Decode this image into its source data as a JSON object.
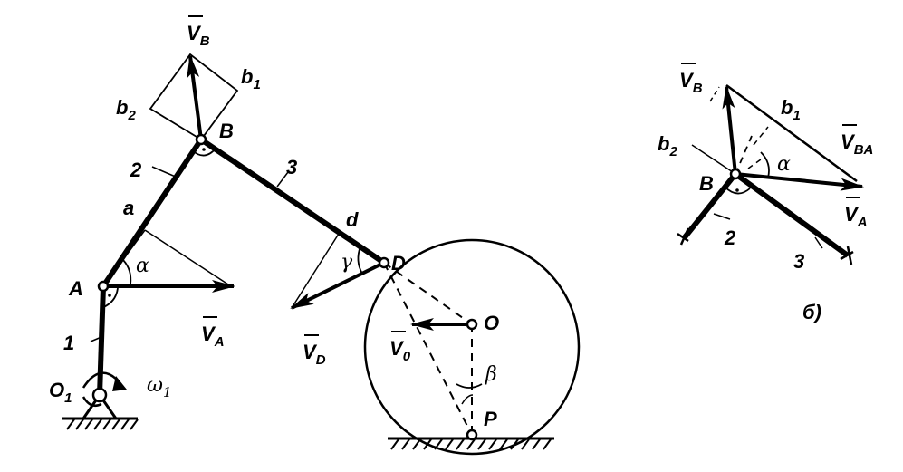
{
  "left": {
    "points": {
      "O1": "O",
      "O1_sub": "1",
      "A": "A",
      "B": "B",
      "D": "D",
      "O": "O",
      "P": "P"
    },
    "vectors": {
      "VA": "V",
      "VA_sub": "A",
      "VB": "V",
      "VB_sub": "B",
      "VD": "V",
      "VD_sub": "D",
      "V0": "V",
      "V0_sub": "0"
    },
    "links": {
      "l1": "1",
      "l2": "2",
      "l3": "3"
    },
    "segments": {
      "a": "a",
      "d": "d",
      "b1": "b",
      "b1_sub": "1",
      "b2": "b",
      "b2_sub": "2"
    },
    "angles": {
      "alpha": "α",
      "gamma": "γ",
      "beta": "β",
      "omega": "ω",
      "omega_sub": "1"
    }
  },
  "right": {
    "caption": "б)",
    "points": {
      "B": "B"
    },
    "vectors": {
      "VB": "V",
      "VB_sub": "B",
      "VBA": "V",
      "VBA_sub": "BA",
      "VA": "V",
      "VA_sub": "A"
    },
    "segments": {
      "b1": "b",
      "b1_sub": "1",
      "b2": "b",
      "b2_sub": "2"
    },
    "links": {
      "l2": "2",
      "l3": "3"
    },
    "angles": {
      "alpha": "α"
    }
  }
}
